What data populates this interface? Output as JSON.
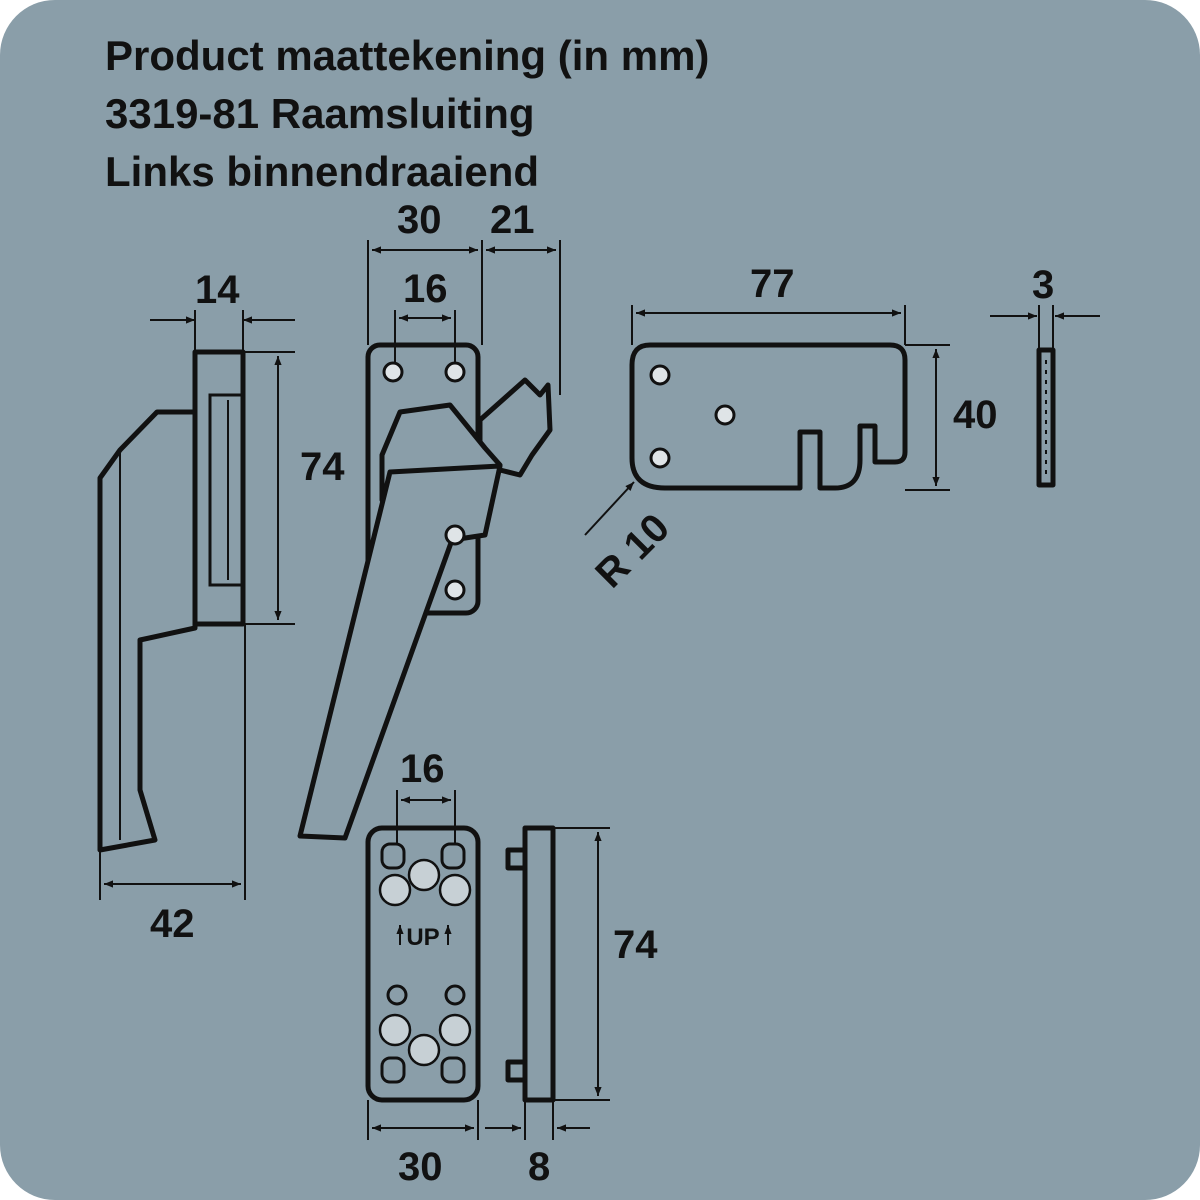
{
  "colors": {
    "background": "#8a9ea9",
    "outline": "#111111",
    "frame": "#ffffff"
  },
  "title": {
    "line1": "Product maattekening (in mm)",
    "line2": "3319-81 Raamsluiting",
    "line3": "Links binnendraaiend"
  },
  "dimensions": {
    "handle_side_width_top": "14",
    "handle_side_height": "74",
    "handle_side_width_bottom": "42",
    "front_width_total": "30",
    "front_hook_offset": "21",
    "front_screw_spacing": "16",
    "keeper_length": "77",
    "keeper_height": "40",
    "keeper_radius": "R 10",
    "keeper_thickness": "3",
    "plate_screw_spacing": "16",
    "plate_height": "74",
    "plate_width": "30",
    "plate_side_depth": "8"
  },
  "plate_label": "UP"
}
